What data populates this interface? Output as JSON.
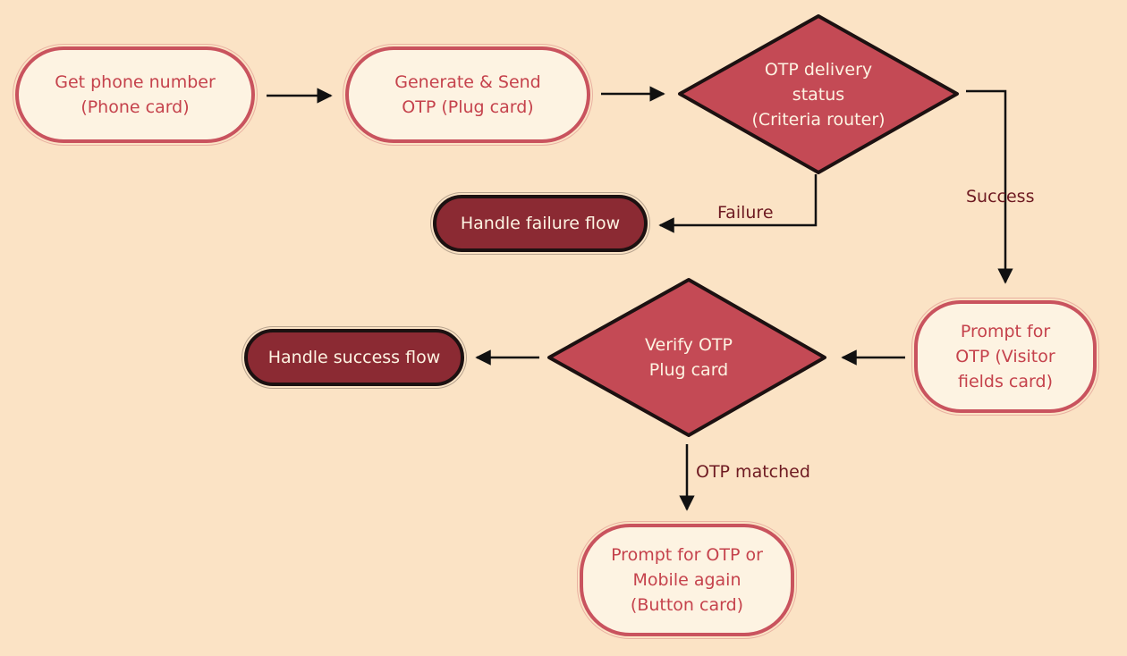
{
  "nodes": {
    "get_phone": "Get phone number\n(Phone card)",
    "generate_send": "Generate & Send\nOTP (Plug card)",
    "otp_status": "OTP delivery\nstatus\n(Criteria router)",
    "handle_failure": "Handle failure flow",
    "prompt_otp": "Prompt for\nOTP (Visitor\nfields card)",
    "verify_otp": "Verify OTP\nPlug card",
    "handle_success": "Handle success flow",
    "prompt_again": "Prompt for OTP or\nMobile again\n(Button card)"
  },
  "edge_labels": {
    "failure": "Failure",
    "success": "Success",
    "otp_matched": "OTP matched"
  },
  "colors": {
    "background": "#fbe3c5",
    "light_node_fill": "#fdf3e2",
    "light_node_border": "#c9535e",
    "light_node_text": "#c5424c",
    "diamond_fill": "#c44a55",
    "dark_node_fill": "#8b2a33",
    "outline": "#1c1111",
    "edge_label": "#6e1a22"
  }
}
